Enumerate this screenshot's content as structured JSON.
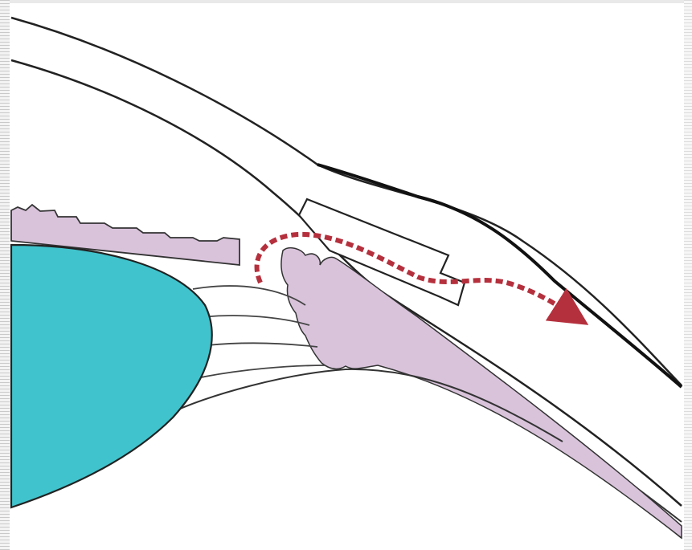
{
  "diagram": {
    "colors": {
      "tissue_purple": "#d9c3db",
      "lens_teal": "#40c3cc",
      "outline": "#222222",
      "flow_arrow": "#b5303d"
    },
    "elements": [
      "sclera-cornea-wall",
      "iris",
      "lens",
      "zonule-fibers",
      "ciliary-body",
      "drainage-implant",
      "aqueous-flow-arrow"
    ]
  }
}
